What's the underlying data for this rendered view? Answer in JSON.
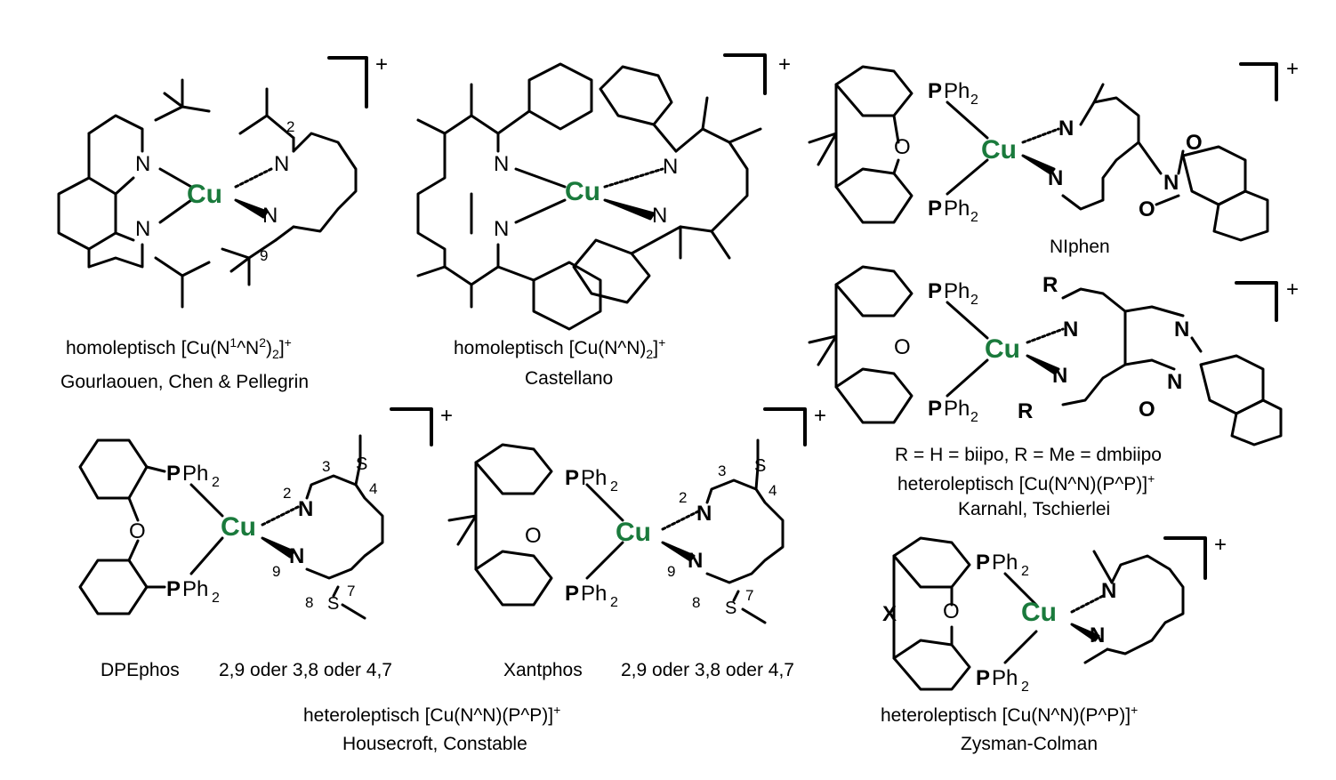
{
  "colors": {
    "copper": "#1a7a3c",
    "ink": "#000000"
  },
  "atoms": {
    "cu": "Cu",
    "n": "N",
    "o": "O",
    "s": "S",
    "p": "P",
    "ph2": "Ph",
    "two": "2",
    "r": "R",
    "x": "X",
    "plus": "+"
  },
  "complex1": {
    "num_2": "2",
    "num_9": "9",
    "caption_line1_prefix": "homoleptisch [Cu(N",
    "caption_line1_sup1": "1",
    "caption_line1_mid": "^N",
    "caption_line1_sup2": "2",
    "caption_line1_close": ")",
    "caption_line1_sub": "2",
    "caption_line1_end": "]",
    "caption_line1_charge": "+",
    "caption_line2": "Gourlaouen, Chen & Pellegrin"
  },
  "complex2": {
    "caption_line1_prefix": "homoleptisch [Cu(N^N)",
    "caption_line1_sub": "2",
    "caption_line1_end": "]",
    "caption_line1_charge": "+",
    "caption_line2": "Castellano"
  },
  "complex3": {
    "name": "NIphen"
  },
  "complex4": {
    "r_definition": "R = H = biipo, R = Me = dmbiipo",
    "caption_line1": "heteroleptisch [Cu(N^N)(P^P)]",
    "caption_line1_charge": "+",
    "caption_line2": "Karnahl, Tschierlei"
  },
  "complex5": {
    "ligand": "DPEphos",
    "positions": "2,9 oder 3,8 oder 4,7",
    "nums": [
      "2",
      "3",
      "4",
      "7",
      "8",
      "9"
    ]
  },
  "complex6": {
    "ligand": "Xantphos",
    "positions": "2,9 oder 3,8 oder 4,7",
    "nums": [
      "2",
      "3",
      "4",
      "7",
      "8",
      "9"
    ]
  },
  "bottom_caption": {
    "line1": "heteroleptisch [Cu(N^N)(P^P)]",
    "line1_charge": "+",
    "line2": "Housecroft, Constable"
  },
  "complex7": {
    "caption_line1": "heteroleptisch [Cu(N^N)(P^P)]",
    "caption_line1_charge": "+",
    "caption_line2": "Zysman-Colman"
  }
}
